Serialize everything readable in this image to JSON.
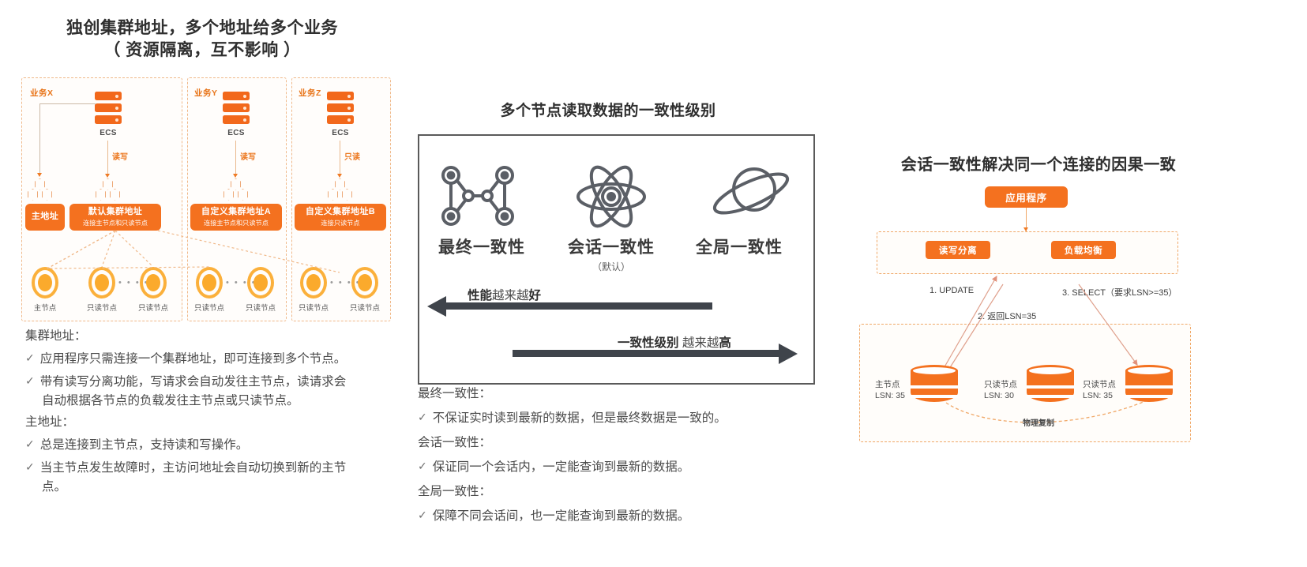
{
  "left": {
    "title": "独创集群地址，多个地址给多个业务\n（ 资源隔离，互不影响 ）",
    "title_line1": "独创集群地址，多个地址给多个业务",
    "title_line2": "（ 资源隔离，互不影响 ）",
    "groups": [
      {
        "label": "业务X",
        "ecs_label": "ECS",
        "conn_label": "读写",
        "addresses": [
          {
            "name": "主地址",
            "desc": ""
          },
          {
            "name": "默认集群地址",
            "desc": "连接主节点和只读节点"
          }
        ],
        "nodes": [
          {
            "label": "主节点"
          },
          {
            "label": "只读节点"
          },
          {
            "label": "只读节点"
          }
        ],
        "ellipsis": "• • • •"
      },
      {
        "label": "业务Y",
        "ecs_label": "ECS",
        "conn_label": "读写",
        "addresses": [
          {
            "name": "自定义集群地址A",
            "desc": "连接主节点和只读节点"
          }
        ],
        "nodes": [
          {
            "label": "只读节点"
          },
          {
            "label": "只读节点"
          }
        ],
        "ellipsis": "• • • •"
      },
      {
        "label": "业务Z",
        "ecs_label": "ECS",
        "conn_label": "只读",
        "addresses": [
          {
            "name": "自定义集群地址B",
            "desc": "连接只读节点"
          }
        ],
        "nodes": [
          {
            "label": "只读节点"
          },
          {
            "label": "只读节点"
          }
        ],
        "ellipsis": "• • • •"
      }
    ],
    "notes": [
      {
        "type": "head",
        "text": "集群地址："
      },
      {
        "type": "bullet",
        "text": "应用程序只需连接一个集群地址，即可连接到多个节点。"
      },
      {
        "type": "bullet",
        "text": "带有读写分离功能，写请求会自动发往主节点，读请求会"
      },
      {
        "type": "cont",
        "text": "自动根据各节点的负载发往主节点或只读节点。"
      },
      {
        "type": "head",
        "text": "主地址："
      },
      {
        "type": "bullet",
        "text": "总是连接到主节点，支持读和写操作。"
      },
      {
        "type": "bullet",
        "text": "当主节点发生故障时，主访问地址会自动切换到新的主节"
      },
      {
        "type": "cont",
        "text": "点。"
      }
    ]
  },
  "middle": {
    "title": "多个节点读取数据的一致性级别",
    "levels": [
      {
        "icon": "network-nodes-icon",
        "name": "最终一致性",
        "sub": ""
      },
      {
        "icon": "atom-icon",
        "name": "会话一致性",
        "sub": "（默认）"
      },
      {
        "icon": "planet-icon",
        "name": "全局一致性",
        "sub": ""
      }
    ],
    "arrows": [
      {
        "direction": "left",
        "label_bold": "性能",
        "label_rest": "越来越",
        "label_end": "好"
      },
      {
        "direction": "right",
        "label_bold": "一致性级别",
        "label_rest": " 越来越",
        "label_end": "高"
      }
    ],
    "arrow_left_text": "性能越来越好",
    "arrow_right_text": "一致性级别 越来越高",
    "notes": [
      {
        "type": "head",
        "text": "最终一致性："
      },
      {
        "type": "bullet",
        "text": "不保证实时读到最新的数据，但是最终数据是一致的。"
      },
      {
        "type": "head",
        "text": "会话一致性："
      },
      {
        "type": "bullet",
        "text": "保证同一个会话内，一定能查询到最新的数据。"
      },
      {
        "type": "head",
        "text": "全局一致性："
      },
      {
        "type": "bullet",
        "text": "保障不同会话间，也一定能查询到最新的数据。"
      }
    ]
  },
  "right": {
    "title": "会话一致性解决同一个连接的因果一致",
    "app_box": "应用程序",
    "proxy_boxes": [
      "读写分离",
      "负载均衡"
    ],
    "steps": [
      {
        "id": "1",
        "text": "1. UPDATE"
      },
      {
        "id": "2",
        "text": "2. 返回LSN=35"
      },
      {
        "id": "3",
        "text": "3. SELECT（要求LSN>=35）"
      }
    ],
    "db_nodes": [
      {
        "role": "主节点",
        "lsn": "LSN: 35"
      },
      {
        "role": "只读节点",
        "lsn": "LSN: 30"
      },
      {
        "role": "只读节点",
        "lsn": "LSN: 35"
      }
    ],
    "replication_label": "物理复制"
  },
  "colors": {
    "orange": "#f4711f",
    "orange_light": "#fbaa2c",
    "dashed_border": "#f0b98a",
    "dark": "#3f444b",
    "text": "#4a4a4a"
  },
  "check_glyph": "✓"
}
